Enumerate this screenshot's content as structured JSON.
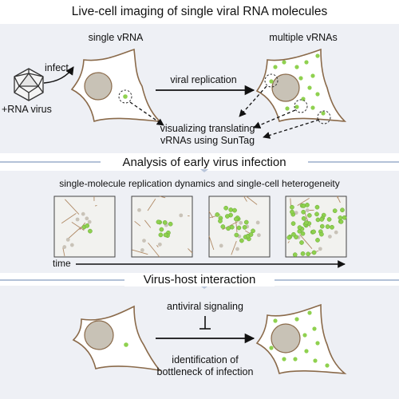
{
  "title": "Live-cell imaging of single viral RNA molecules",
  "panel1": {
    "single_label": "single vRNA",
    "multiple_label": "multiple vRNAs",
    "infect_label": "infect",
    "virus_label": "+RNA virus",
    "replication_label": "viral replication",
    "visualizing_line1": "visualizing translating",
    "visualizing_line2": "vRNAs using SunTag"
  },
  "section2": {
    "heading": "Analysis of early virus infection",
    "subtitle": "single-molecule replication dynamics and single-cell heterogeneity",
    "time_label": "time"
  },
  "section3": {
    "heading": "Virus-host interaction",
    "antiviral_label": "antiviral signaling",
    "bottleneck_line1": "identification of",
    "bottleneck_line2": "bottleneck of infection"
  },
  "colors": {
    "panel_bg": "#eef0f5",
    "cell_outline": "#8a6a4a",
    "nucleus": "#c8c2b6",
    "vrna_green": "#8fd14f",
    "divider": "#9aaecb"
  }
}
